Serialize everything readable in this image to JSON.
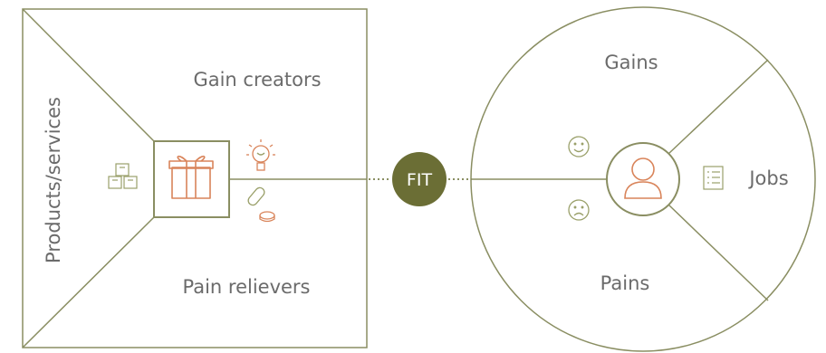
{
  "value_map": {
    "gain_creators": "Gain creators",
    "pain_relievers": "Pain relievers",
    "products_services": "Products/services"
  },
  "fit": {
    "label": "FIT"
  },
  "customer_profile": {
    "gains": "Gains",
    "pains": "Pains",
    "jobs": "Jobs"
  },
  "colors": {
    "line": "#8a8e62",
    "fit_fill": "#6b6e35",
    "icon_orange": "#d9845a",
    "icon_green": "#9aa06a",
    "text": "#6b6b6b"
  },
  "icons": [
    "gift-icon",
    "boxes-icon",
    "lightbulb-icon",
    "pills-icon",
    "user-icon",
    "smile-icon",
    "frown-icon",
    "checklist-icon"
  ]
}
